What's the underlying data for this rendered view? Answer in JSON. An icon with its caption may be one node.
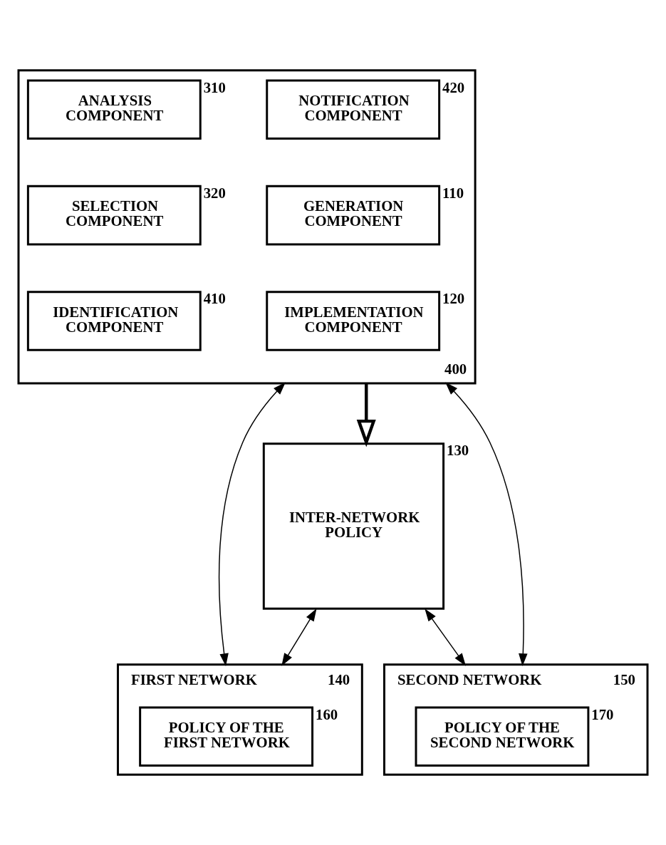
{
  "diagram": {
    "nodes": [
      {
        "text": [],
        "shape": "box",
        "beside": [
          "400"
        ]
      },
      {
        "text": [
          "ANALYSIS COMPONENT"
        ],
        "in": 0,
        "beside": [
          "310"
        ]
      },
      {
        "text": [
          "NOTIFICATION COMPONENT"
        ],
        "in": 0,
        "beside": [
          "420"
        ]
      },
      {
        "text": [
          "SELECTION COMPONENT"
        ],
        "in": 0,
        "beside": [
          "320"
        ]
      },
      {
        "text": [
          "GENERATION COMPONENT"
        ],
        "in": 0,
        "beside": [
          "110"
        ]
      },
      {
        "text": [
          "IDENTIFICATION COMPONENT"
        ],
        "in": 0,
        "beside": [
          "410"
        ]
      },
      {
        "text": [
          "IMPLEMENTATION COMPONENT"
        ],
        "in": 0,
        "beside": [
          "120"
        ]
      },
      {
        "text": [
          "INTER-NETWORK POLICY"
        ],
        "beside": [
          "130"
        ]
      },
      {
        "text": [
          "FIRST NETWORK"
        ],
        "beside": [
          "140"
        ]
      },
      {
        "text": [
          "POLICY OF THE FIRST NETWORK"
        ],
        "in": 8,
        "beside": [
          "160"
        ]
      },
      {
        "text": [
          "SECOND NETWORK"
        ],
        "beside": [
          "150"
        ]
      },
      {
        "text": [
          "POLICY OF THE SECOND NETWORK"
        ],
        "in": 10,
        "beside": [
          "170"
        ]
      }
    ],
    "edges": [
      {
        "from": 0,
        "to": 7,
        "arrow": "to",
        "style": "thick"
      },
      {
        "from": 0,
        "to": 8,
        "arrow": "both"
      },
      {
        "from": 0,
        "to": 10,
        "arrow": "both"
      },
      {
        "from": 7,
        "to": 8,
        "arrow": "both"
      },
      {
        "from": 7,
        "to": 10,
        "arrow": "both"
      }
    ]
  }
}
